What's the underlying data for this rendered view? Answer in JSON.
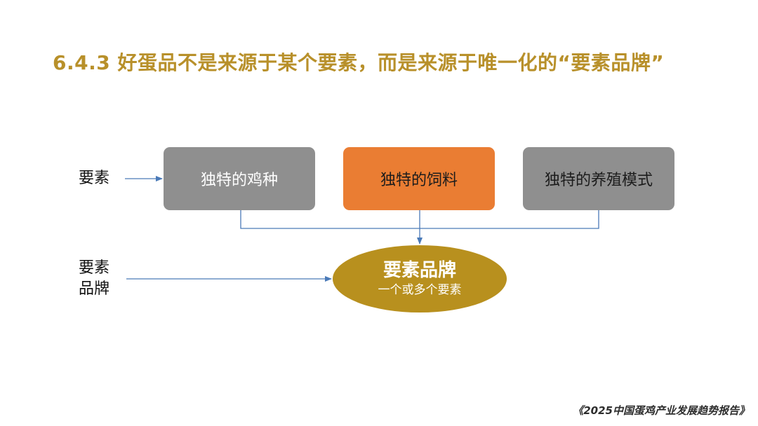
{
  "title": "6.4.3 好蛋品不是来源于某个要素，而是来源于唯一化的“要素品牌”",
  "labels": {
    "elements": "要素",
    "brand_line1": "要素",
    "brand_line2": "品牌"
  },
  "boxes": [
    {
      "label": "独特的鸡种",
      "color": "#8f8f8f"
    },
    {
      "label": "独特的饲料",
      "color": "#ea7d33"
    },
    {
      "label": "独特的养殖模式",
      "color": "#8f8f8f"
    }
  ],
  "brand": {
    "title": "要素品牌",
    "subtitle": "一个或多个要素",
    "color": "#b8901e"
  },
  "footer": "《2025中国蛋鸡产业发展趋势报告》",
  "colors": {
    "title": "#b8902a",
    "connector": "#4a7ab8"
  }
}
